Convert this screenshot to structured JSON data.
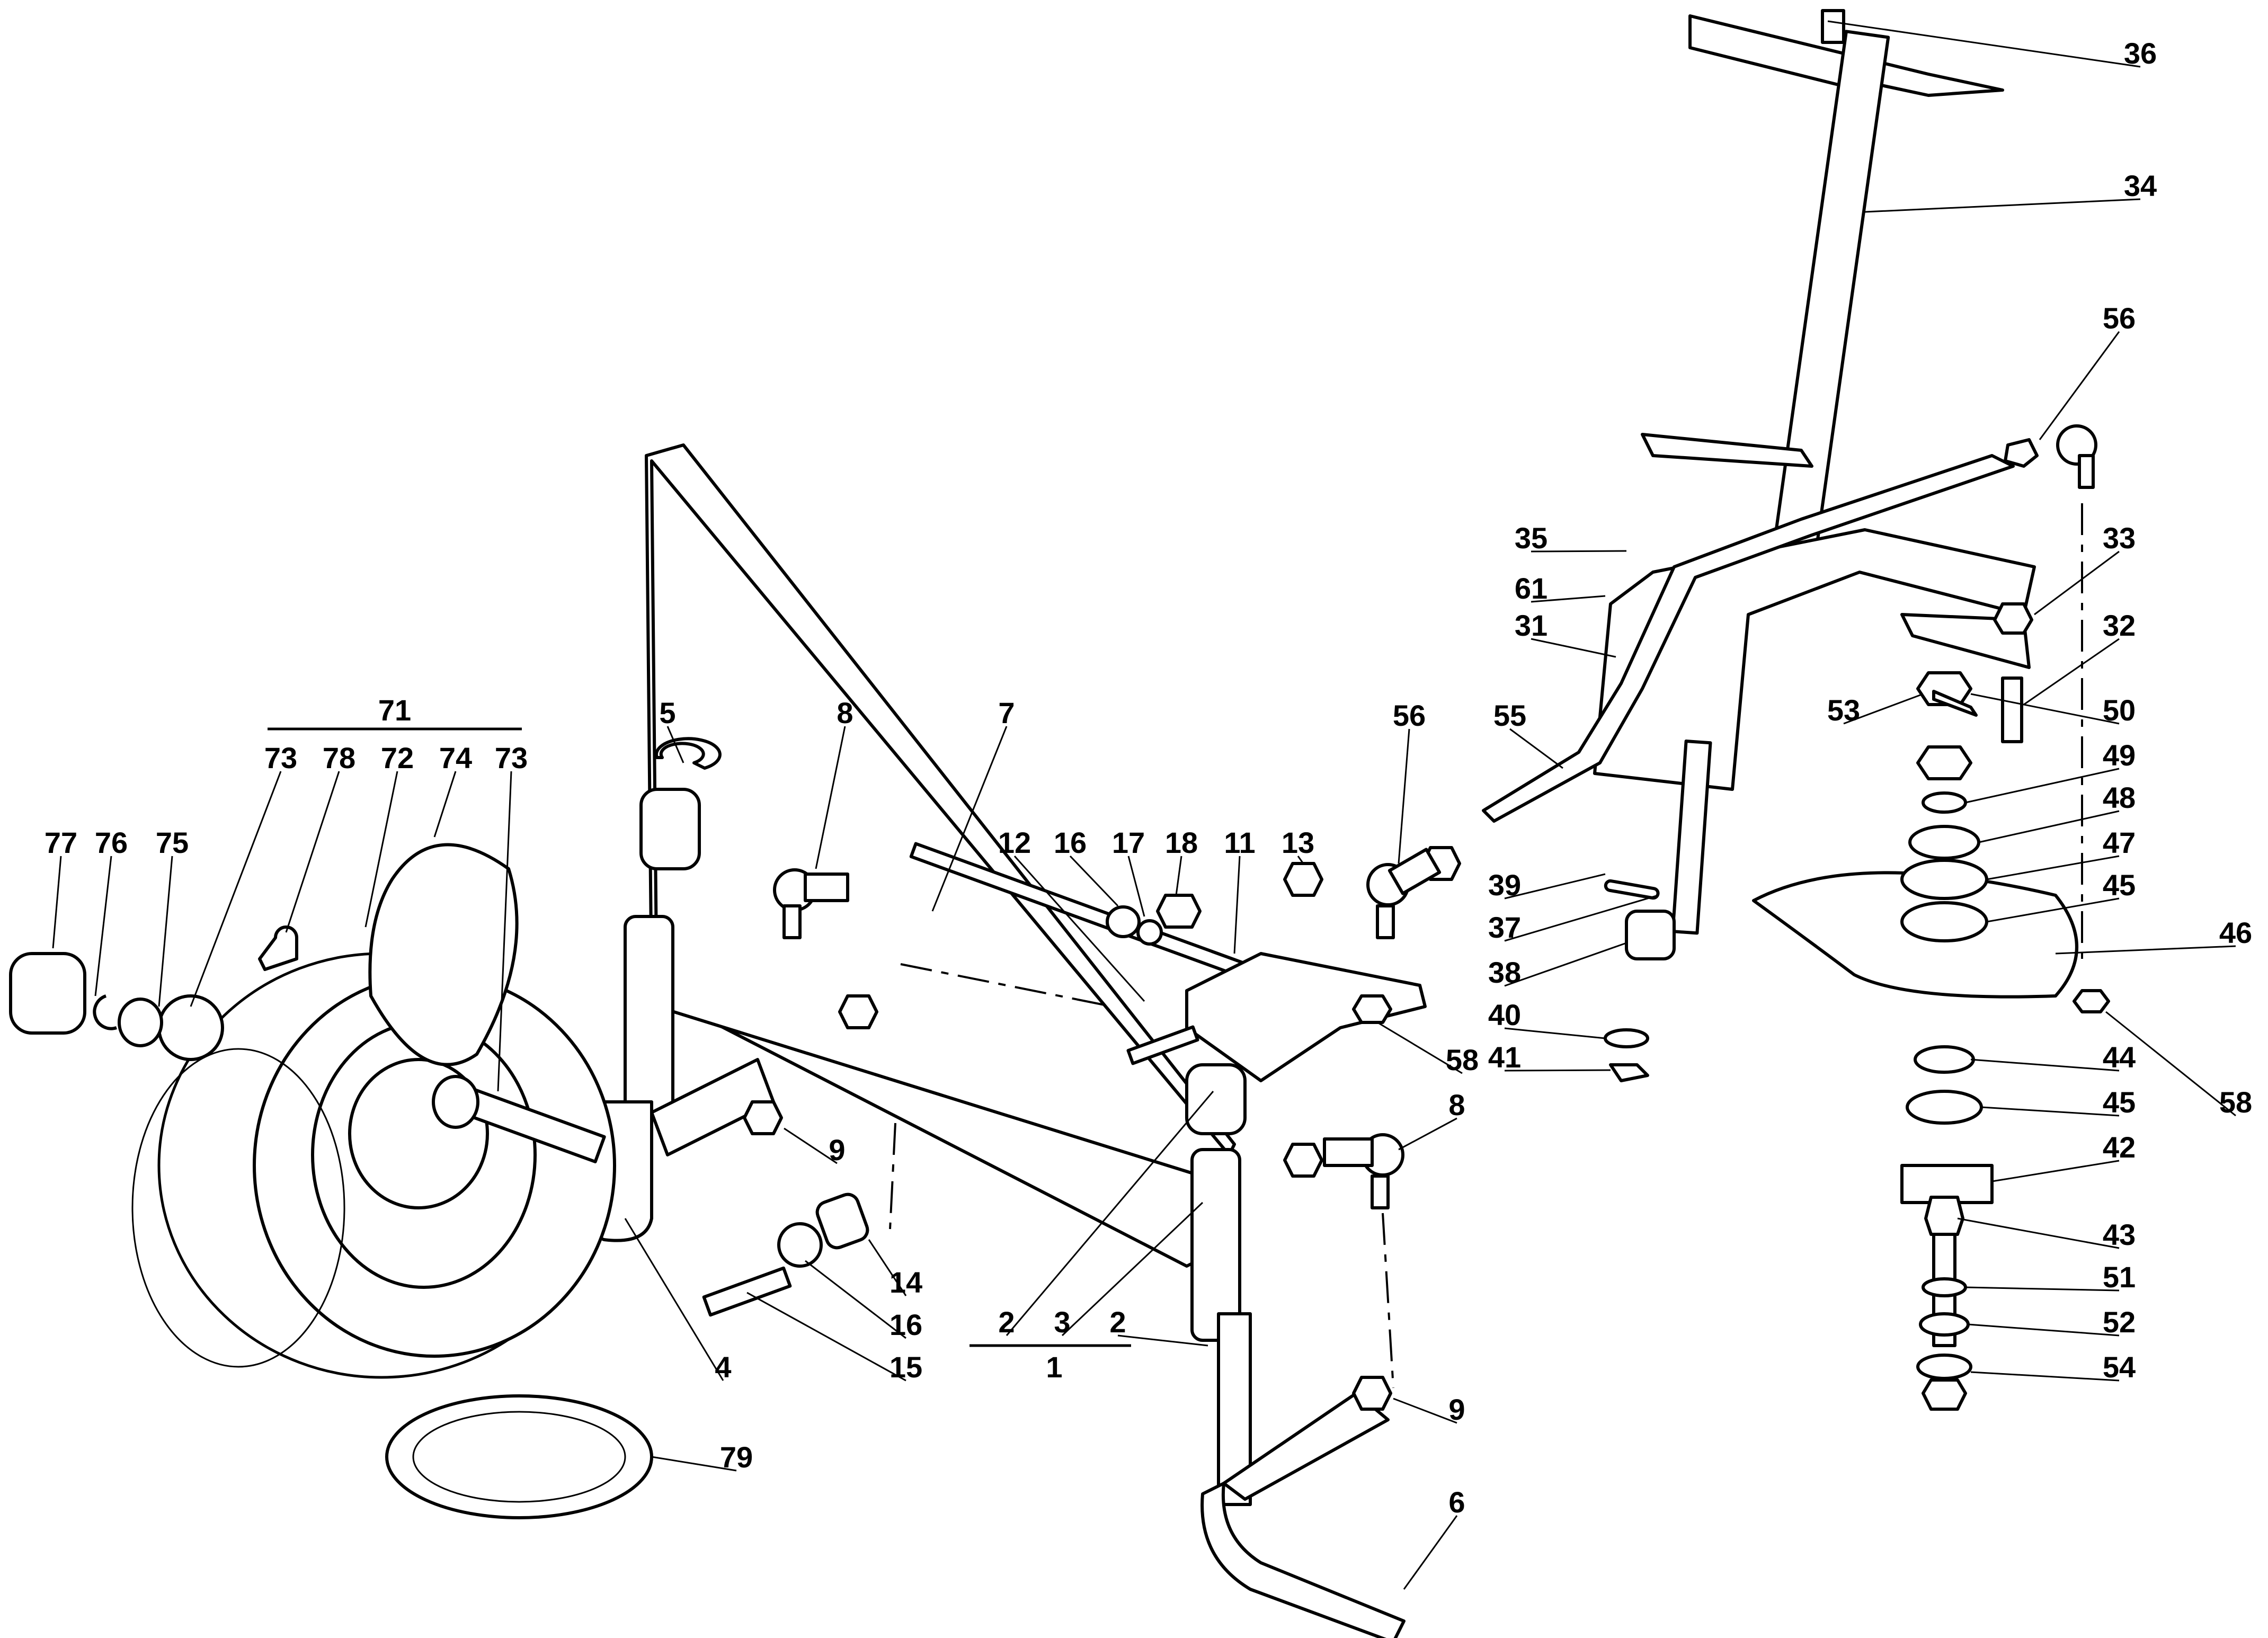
{
  "diagram": {
    "type": "exploded-parts-diagram",
    "subject": "front axle and steering assembly",
    "labels": [
      {
        "id": "36",
        "text": "36"
      },
      {
        "id": "34",
        "text": "34"
      },
      {
        "id": "56a",
        "text": "56"
      },
      {
        "id": "35",
        "text": "35"
      },
      {
        "id": "33",
        "text": "33"
      },
      {
        "id": "61",
        "text": "61"
      },
      {
        "id": "31",
        "text": "31"
      },
      {
        "id": "32",
        "text": "32"
      },
      {
        "id": "53",
        "text": "53"
      },
      {
        "id": "50",
        "text": "50"
      },
      {
        "id": "55",
        "text": "55"
      },
      {
        "id": "49",
        "text": "49"
      },
      {
        "id": "48",
        "text": "48"
      },
      {
        "id": "47",
        "text": "47"
      },
      {
        "id": "39",
        "text": "39"
      },
      {
        "id": "45a",
        "text": "45"
      },
      {
        "id": "46",
        "text": "46"
      },
      {
        "id": "37",
        "text": "37"
      },
      {
        "id": "38",
        "text": "38"
      },
      {
        "id": "40",
        "text": "40"
      },
      {
        "id": "41",
        "text": "41"
      },
      {
        "id": "58a",
        "text": "58"
      },
      {
        "id": "44",
        "text": "44"
      },
      {
        "id": "45b",
        "text": "45"
      },
      {
        "id": "42",
        "text": "42"
      },
      {
        "id": "43",
        "text": "43"
      },
      {
        "id": "51",
        "text": "51"
      },
      {
        "id": "52",
        "text": "52"
      },
      {
        "id": "54",
        "text": "54"
      },
      {
        "id": "71",
        "text": "71"
      },
      {
        "id": "73a",
        "text": "73"
      },
      {
        "id": "78",
        "text": "78"
      },
      {
        "id": "72",
        "text": "72"
      },
      {
        "id": "74",
        "text": "74"
      },
      {
        "id": "73b",
        "text": "73"
      },
      {
        "id": "77",
        "text": "77"
      },
      {
        "id": "76",
        "text": "76"
      },
      {
        "id": "75",
        "text": "75"
      },
      {
        "id": "5",
        "text": "5"
      },
      {
        "id": "8a",
        "text": "8"
      },
      {
        "id": "7",
        "text": "7"
      },
      {
        "id": "56b",
        "text": "56"
      },
      {
        "id": "12",
        "text": "12"
      },
      {
        "id": "16a",
        "text": "16"
      },
      {
        "id": "17",
        "text": "17"
      },
      {
        "id": "18",
        "text": "18"
      },
      {
        "id": "11",
        "text": "11"
      },
      {
        "id": "13",
        "text": "13"
      },
      {
        "id": "58b",
        "text": "58"
      },
      {
        "id": "8b",
        "text": "8"
      },
      {
        "id": "9a",
        "text": "9"
      },
      {
        "id": "14",
        "text": "14"
      },
      {
        "id": "16b",
        "text": "16"
      },
      {
        "id": "15",
        "text": "15"
      },
      {
        "id": "4",
        "text": "4"
      },
      {
        "id": "2a",
        "text": "2"
      },
      {
        "id": "3",
        "text": "3"
      },
      {
        "id": "2b",
        "text": "2"
      },
      {
        "id": "1",
        "text": "1"
      },
      {
        "id": "9b",
        "text": "9"
      },
      {
        "id": "79",
        "text": "79"
      },
      {
        "id": "6",
        "text": "6"
      }
    ]
  }
}
